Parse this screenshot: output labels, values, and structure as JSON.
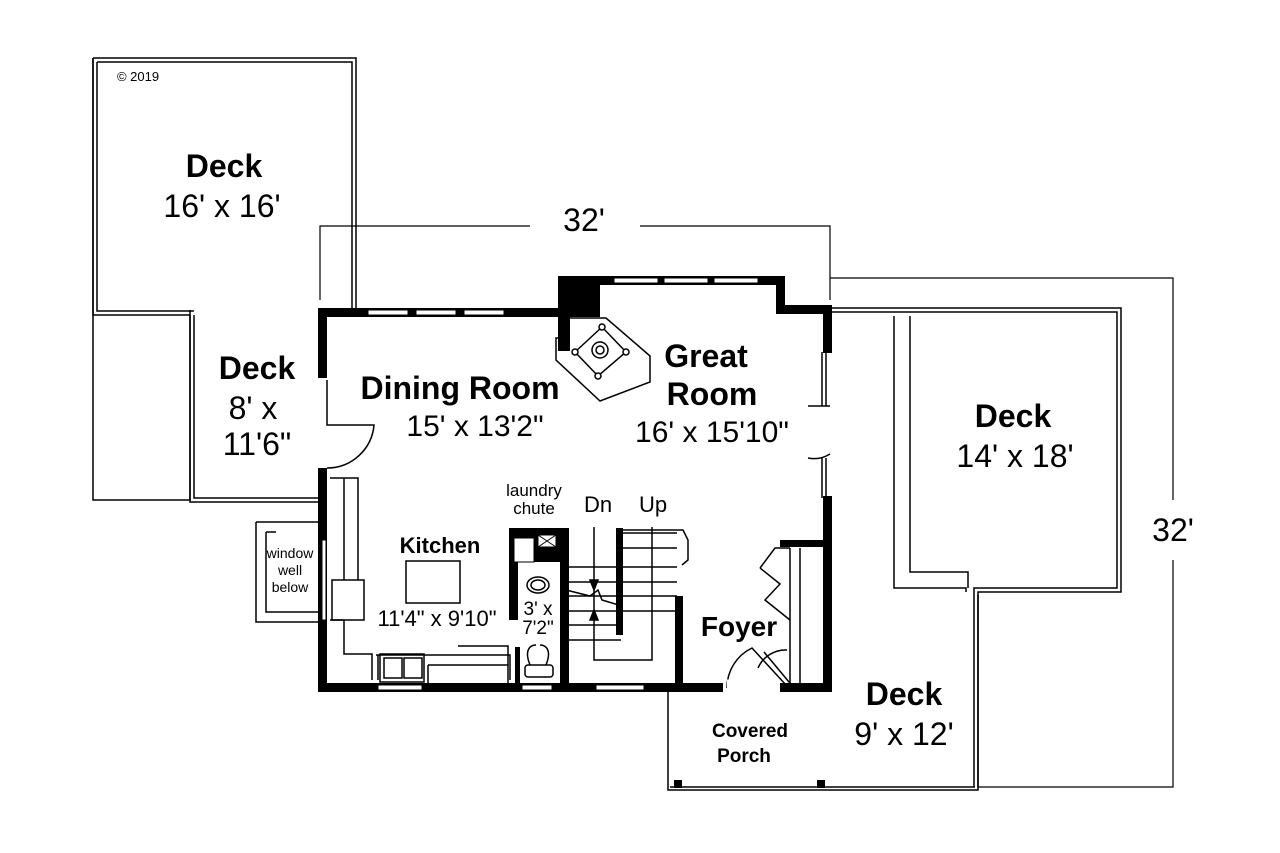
{
  "copyright": "© 2019",
  "dimensions": {
    "top": "32'",
    "right": "32'"
  },
  "rooms": {
    "deck_top_left": {
      "name": "Deck",
      "size": "16' x 16'"
    },
    "deck_left": {
      "name": "Deck",
      "size_line1": "8' x",
      "size_line2": "11'6\""
    },
    "dining": {
      "name": "Dining Room",
      "size": "15' x 13'2\""
    },
    "great": {
      "name_line1": "Great",
      "name_line2": "Room",
      "size": "16' x 15'10\""
    },
    "deck_right": {
      "name": "Deck",
      "size": "14' x 18'"
    },
    "kitchen": {
      "name": "Kitchen",
      "size": "11'4\" x 9'10\""
    },
    "bath": {
      "size_line1": "3' x",
      "size_line2": "7'2\""
    },
    "foyer": {
      "name": "Foyer"
    },
    "deck_bottom": {
      "name": "Deck",
      "size": "9' x 12'"
    },
    "porch": {
      "name_line1": "Covered",
      "name_line2": "Porch"
    }
  },
  "annotations": {
    "laundry_line1": "laundry",
    "laundry_line2": "chute",
    "window_well_line1": "window",
    "window_well_line2": "well",
    "window_well_line3": "below",
    "stairs_down": "Dn",
    "stairs_up": "Up"
  }
}
